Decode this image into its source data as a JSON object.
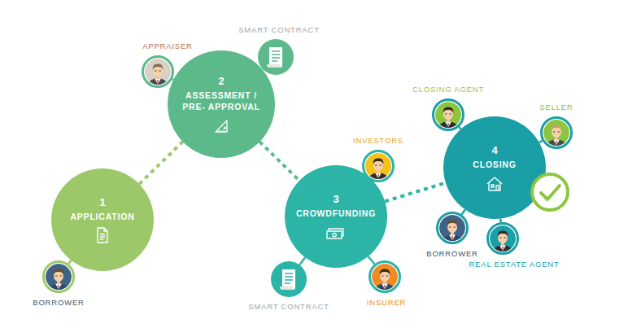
{
  "diagram": {
    "nodes": [
      {
        "text": [
          "1",
          "APPLICATION"
        ]
      },
      {
        "text": [
          "BORROWER"
        ]
      },
      {
        "text": [
          "2",
          "ASSESSMENT / PRE- APPROVAL"
        ]
      },
      {
        "text": [
          "APPRAISER"
        ]
      },
      {
        "text": [
          "SMART CONTRACT"
        ]
      },
      {
        "text": [
          "3",
          "CROWDFUNDING"
        ]
      },
      {
        "text": [
          "INVESTORS"
        ]
      },
      {
        "text": [
          "SMART CONTRACT"
        ]
      },
      {
        "text": [
          "INSURER"
        ]
      },
      {
        "text": [
          "4",
          "CLOSING"
        ]
      },
      {
        "text": [
          "CLOSING AGENT"
        ]
      },
      {
        "text": [
          "SELLER"
        ]
      },
      {
        "text": [
          "BORROWER"
        ]
      },
      {
        "text": [
          "REAL ESTATE AGENT"
        ]
      }
    ],
    "edges": [
      {
        "from": 0,
        "to": 2,
        "arrow": "none"
      },
      {
        "from": 2,
        "to": 5,
        "arrow": "none"
      },
      {
        "from": 5,
        "to": 9,
        "arrow": "none"
      },
      {
        "from": 0,
        "to": 1,
        "arrow": "none"
      },
      {
        "from": 2,
        "to": 3,
        "arrow": "none"
      },
      {
        "from": 2,
        "to": 4,
        "arrow": "none"
      },
      {
        "from": 5,
        "to": 6,
        "arrow": "none"
      },
      {
        "from": 5,
        "to": 7,
        "arrow": "none"
      },
      {
        "from": 5,
        "to": 8,
        "arrow": "none"
      },
      {
        "from": 9,
        "to": 10,
        "arrow": "none"
      },
      {
        "from": 9,
        "to": 11,
        "arrow": "none"
      },
      {
        "from": 9,
        "to": 12,
        "arrow": "none"
      },
      {
        "from": 9,
        "to": 13,
        "arrow": "none"
      }
    ]
  }
}
